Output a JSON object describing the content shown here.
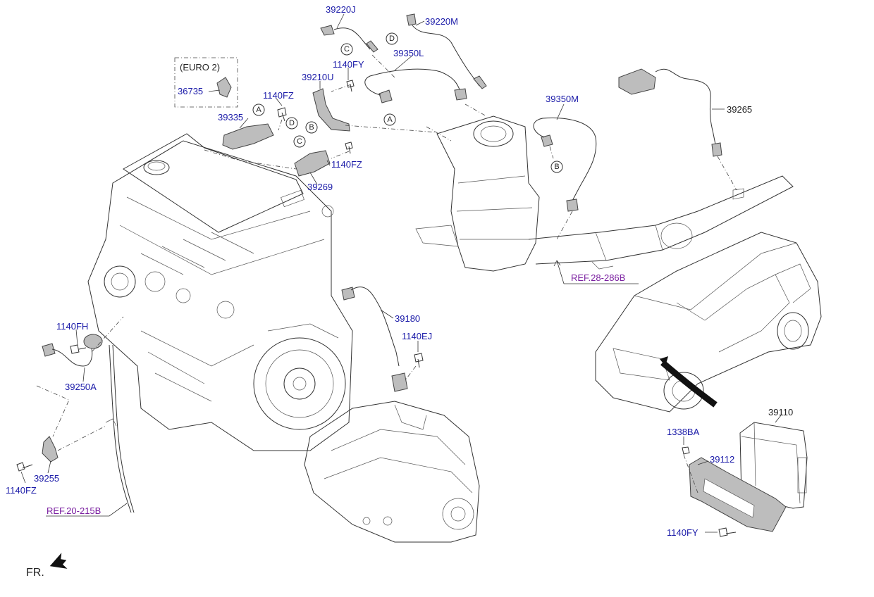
{
  "diagram": {
    "labels": {
      "p39220J": "39220J",
      "p39220M": "39220M",
      "p39350L": "39350L",
      "p1140FY_top": "1140FY",
      "euro2": "(EURO 2)",
      "p36735": "36735",
      "p1140FZ_a": "1140FZ",
      "p39210U": "39210U",
      "p39335": "39335",
      "p39350M": "39350M",
      "p39265": "39265",
      "p1140FZ_b": "1140FZ",
      "p39269": "39269",
      "p1140FH": "1140FH",
      "p39250A": "39250A",
      "p39180": "39180",
      "p1140EJ": "1140EJ",
      "p39255": "39255",
      "p1140FZ_c": "1140FZ",
      "p39110": "39110",
      "p1338BA": "1338BA",
      "p39112": "39112",
      "p1140FY_bot": "1140FY",
      "fr": "FR."
    },
    "refs": {
      "ref28": "REF.28-286B",
      "ref20": "REF.20-215B"
    },
    "callouts": {
      "A1": "A",
      "A2": "A",
      "B1": "B",
      "B2": "B",
      "C1": "C",
      "C2": "C",
      "D1": "D",
      "D2": "D"
    },
    "colors": {
      "part_number": "#1a1aa8",
      "reference": "#7a1fa0",
      "line_art": "#333333"
    }
  }
}
